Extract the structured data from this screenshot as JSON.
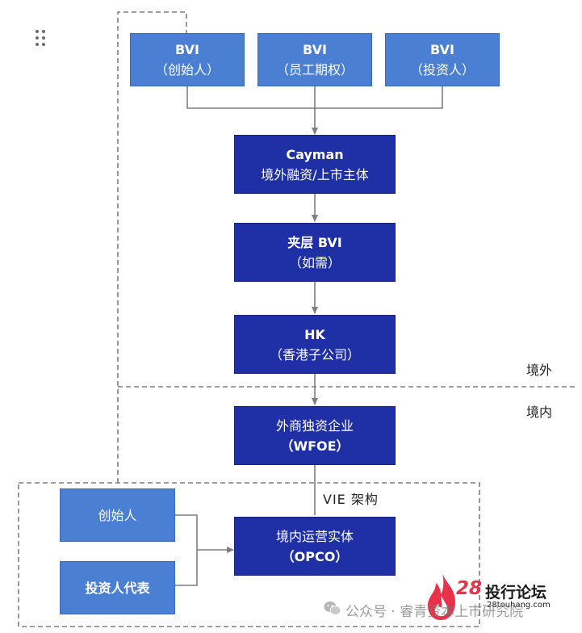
{
  "boxes": {
    "bvi_founder": {
      "line1": "BVI",
      "line2": "（创始人）"
    },
    "bvi_esop": {
      "line1": "BVI",
      "line2": "（员工期权）"
    },
    "bvi_investor": {
      "line1": "BVI",
      "line2": "（投资人）"
    },
    "cayman": {
      "line1": "Cayman",
      "line2": "境外融资/上市主体"
    },
    "mid_bvi": {
      "line1": "夹层 BVI",
      "line2": "（如需）"
    },
    "hk": {
      "line1": "HK",
      "line2": "（香港子公司）"
    },
    "wfoe": {
      "line1": "外商独资企业",
      "line2": "（WFOE）"
    },
    "opco": {
      "line1": "境内运营实体",
      "line2": "（OPCO）"
    },
    "founder": {
      "label": "创始人"
    },
    "investor_rep": {
      "label": "投资人代表"
    }
  },
  "labels": {
    "offshore": "境外",
    "onshore": "境内",
    "vie": "VIE 架构"
  },
  "watermark": {
    "brand_number": "28",
    "brand_name": "投行论坛",
    "brand_url": "28touhang.com",
    "source_text": "公众号 · 睿青资本上市研究院"
  },
  "colors": {
    "light_box": "#4a7fd4",
    "dark_box": "#1f2fa5",
    "line": "#7f7f7f",
    "brand": "#e8324a"
  },
  "icons": [
    "drag-handle-icon",
    "arrow-icon",
    "flame-logo-icon",
    "wechat-icon"
  ]
}
